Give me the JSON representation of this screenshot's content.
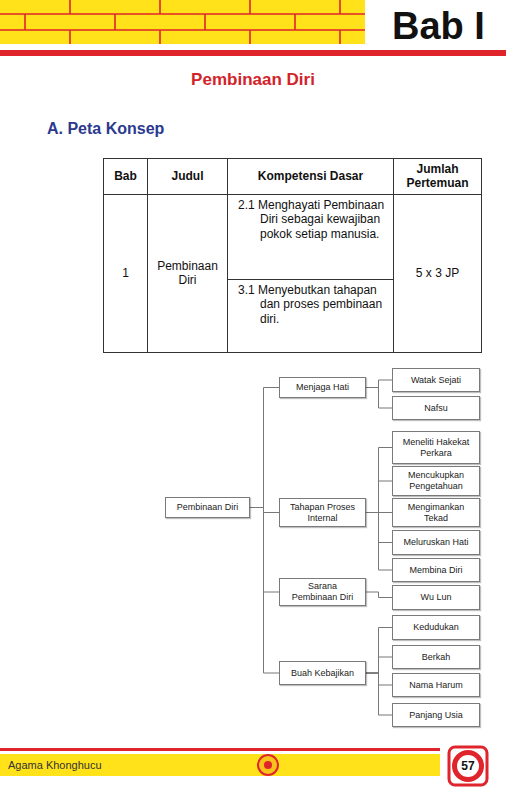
{
  "diagram": {
    "title": "Pembinaan Diri",
    "nodes": [
      {
        "text": [
          "Pembinaan Diri"
        ]
      },
      {
        "text": [
          "Menjaga Hati"
        ]
      },
      {
        "text": [
          "Watak Sejati"
        ]
      },
      {
        "text": [
          "Nafsu"
        ]
      },
      {
        "text": [
          "Tahapan Proses Internal"
        ]
      },
      {
        "text": [
          "Meneliti Hakekat Perkara"
        ]
      },
      {
        "text": [
          "Mencukupkan Pengetahuan"
        ]
      },
      {
        "text": [
          "Mengimankan Tekad"
        ]
      },
      {
        "text": [
          "Meluruskan Hati"
        ]
      },
      {
        "text": [
          "Membina Diri"
        ]
      },
      {
        "text": [
          "Sarana Pembinaan Diri"
        ]
      },
      {
        "text": [
          "Wu Lun"
        ]
      },
      {
        "text": [
          "Buah Kebajikan"
        ]
      },
      {
        "text": [
          "Kedudukan"
        ]
      },
      {
        "text": [
          "Berkah"
        ]
      },
      {
        "text": [
          "Nama Harum"
        ]
      },
      {
        "text": [
          "Panjang Usia"
        ]
      }
    ],
    "edges": [
      {
        "from": 0,
        "to": 1,
        "arrow": "none"
      },
      {
        "from": 0,
        "to": 4,
        "arrow": "none"
      },
      {
        "from": 0,
        "to": 10,
        "arrow": "none"
      },
      {
        "from": 0,
        "to": 12,
        "arrow": "none"
      },
      {
        "from": 1,
        "to": 2,
        "arrow": "none"
      },
      {
        "from": 1,
        "to": 3,
        "arrow": "none"
      },
      {
        "from": 4,
        "to": 5,
        "arrow": "none"
      },
      {
        "from": 4,
        "to": 6,
        "arrow": "none"
      },
      {
        "from": 4,
        "to": 7,
        "arrow": "none"
      },
      {
        "from": 4,
        "to": 8,
        "arrow": "none"
      },
      {
        "from": 4,
        "to": 9,
        "arrow": "none"
      },
      {
        "from": 10,
        "to": 11,
        "arrow": "none"
      },
      {
        "from": 12,
        "to": 13,
        "arrow": "none"
      },
      {
        "from": 12,
        "to": 14,
        "arrow": "none"
      },
      {
        "from": 12,
        "to": 15,
        "arrow": "none"
      },
      {
        "from": 12,
        "to": 16,
        "arrow": "none"
      }
    ],
    "labels": [
      "Bab I",
      "A. Peta Konsep",
      "Bab",
      "Judul",
      "Kompetensi Dasar",
      "Jumlah Pertemuan",
      "1",
      "Pembinaan Diri",
      "2.1 Menghayati Pembinaan Diri sebagai kewajiban pokok setiap manusia.",
      "5 x 3 JP",
      "3.1 Menyebutkan tahapan dan proses pembinaan diri.",
      "Agama Khonghucu",
      "57"
    ]
  }
}
